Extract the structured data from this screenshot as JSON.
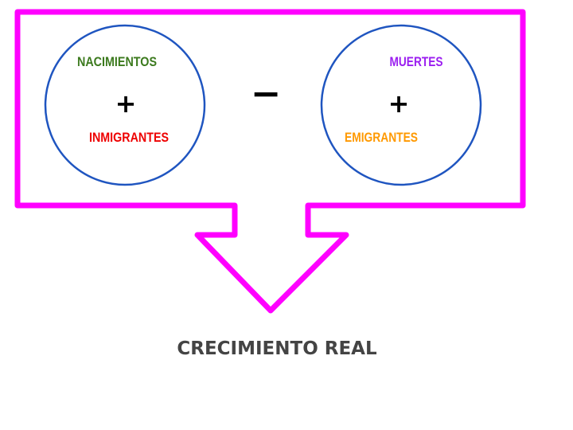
{
  "colors": {
    "outline": "#ff00ff",
    "circle": "#1f55c0",
    "births": "#3c7a1e",
    "immigrants": "#ee0000",
    "deaths": "#9b1ef0",
    "emigrants": "#ff9900"
  },
  "left_group": {
    "top": "NACIMIENTOS",
    "operator": "+",
    "bottom": "INMIGRANTES"
  },
  "operator": "−",
  "right_group": {
    "top": "MUERTES",
    "operator": "+",
    "bottom": "EMIGRANTES"
  },
  "result": "CRECIMIENTO REAL"
}
